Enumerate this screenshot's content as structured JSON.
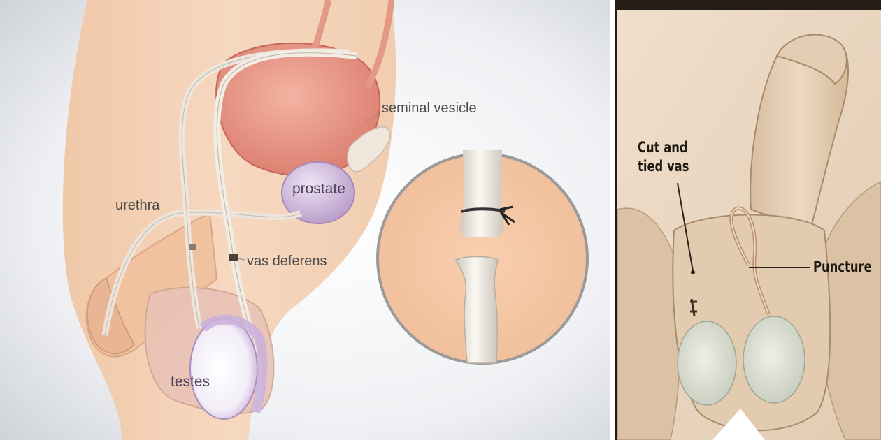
{
  "left_diagram": {
    "labels": {
      "seminal_vesicle": "seminal vesicle",
      "prostate": "prostate",
      "urethra": "urethra",
      "vas_deferens": "vas deferens",
      "testes": "testes"
    }
  },
  "right_diagram": {
    "labels": {
      "cut_and_tied_line1": "Cut and",
      "cut_and_tied_line2": "tied vas",
      "puncture": "Puncture"
    }
  },
  "colors": {
    "background_light": "#eef0f3",
    "skin": "#f2cfb2",
    "bladder": "#e58f7f",
    "prostate": "#d7c2e3",
    "inset_background": "#f5c7a5",
    "vas_tube": "#f0ece6",
    "sepia_background": "#ead8c4"
  }
}
